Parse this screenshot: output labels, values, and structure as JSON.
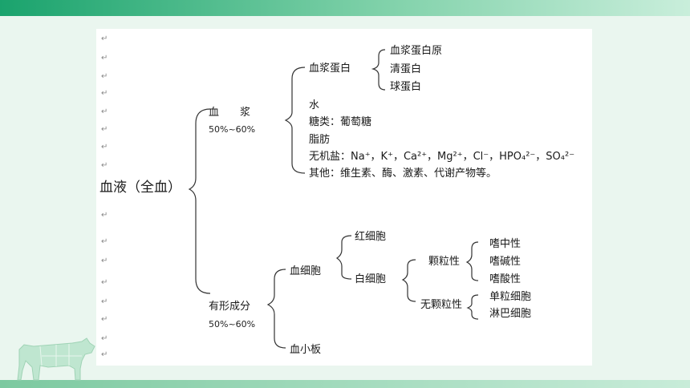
{
  "diagram": {
    "root": "血液（全血）",
    "plasma": {
      "label": "血　　浆",
      "percent": "50%~60%",
      "protein": {
        "label": "血浆蛋白",
        "items": [
          "血浆蛋白原",
          "清蛋白",
          "球蛋白"
        ]
      },
      "water": "水",
      "sugar": "糖类：葡萄糖",
      "fat": "脂肪",
      "salts": "无机盐：Na⁺，K⁺，Ca²⁺，Mg²⁺，Cl⁻，HPO₄²⁻，SO₄²⁻",
      "others": "其他：维生素、酶、激素、代谢产物等。"
    },
    "formed": {
      "label": "有形成分",
      "percent": "50%~60%",
      "cells": {
        "label": "血细胞",
        "red": "红细胞",
        "white": {
          "label": "白细胞",
          "granular": {
            "label": "颗粒性",
            "items": [
              "嗜中性",
              "嗜碱性",
              "嗜酸性"
            ]
          },
          "agranular": {
            "label": "无颗粒性",
            "items": [
              "单粒细胞",
              "淋巴细胞"
            ]
          }
        }
      },
      "platelets": "血小板"
    }
  },
  "marks": {
    "return": "↵"
  }
}
